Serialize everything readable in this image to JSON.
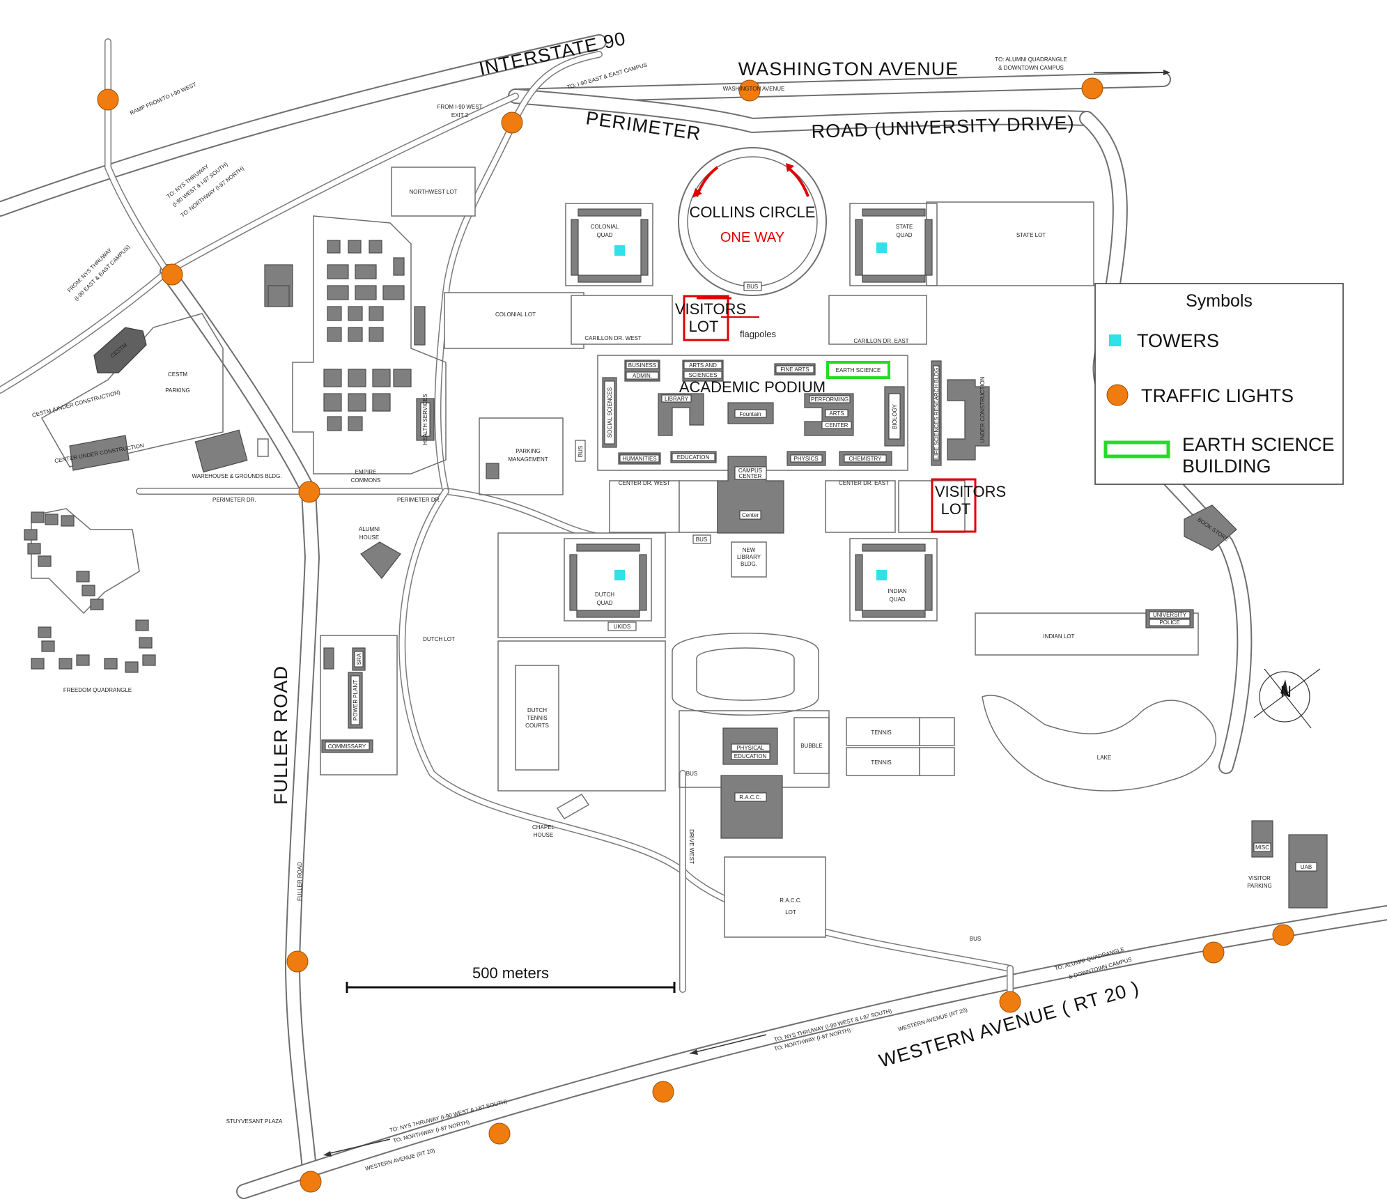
{
  "colors": {
    "traffic_light": "#f07c0f",
    "tower": "#2fe1e8",
    "earth_science": "#22dd22",
    "visitors_lot": "#e00000",
    "one_way_arrow": "#e00000",
    "building": "#7f7f7f",
    "road_edge": "#6f6f6f"
  },
  "roads": {
    "interstate": "INTERSTATE 90",
    "washington": "WASHINGTON AVENUE",
    "washington_small": "WASHINGTON AVENUE",
    "perimeter_a": "PERIMETER",
    "perimeter_b": "ROAD  (UNIVERSITY DRIVE)",
    "fuller": "FULLER ROAD",
    "fuller_small": "FULLER ROAD",
    "western": "WESTERN AVENUE ( RT 20 )",
    "western_small_a": "WESTERN AVENUE (RT 20)",
    "western_small_b": "WESTERN AVENUE (RT 20)",
    "carillon_west": "CARILLON DR. WEST",
    "carillon_east": "CARILLON DR. EAST",
    "center_west": "CENTER DR. WEST",
    "center_east": "CENTER DR. EAST",
    "perimeter_small": "PERIMETER DR.",
    "perimeter_small_b": "PERIMETER DR.",
    "drive_west": "DRIVE WEST"
  },
  "directions": {
    "ramp_i90": "RAMP FROM/TO I-90 WEST",
    "to_i90_east": "TO: I-90 EAST & EAST CAMPUS",
    "from_i90_west_a": "FROM I-90 WEST",
    "from_i90_west_b": "EXIT 2",
    "to_alumni_a": "TO: ALUMNI QUADRANGLE",
    "to_alumni_b": "& DOWNTOWN CAMPUS",
    "to_thruway_nw_a": "TO: NYS THRUWAY",
    "to_thruway_nw_b": "(I-90 WEST & I-87 SOUTH)",
    "to_thruway_nw_c": "TO: NORTHWAY (I-87 NORTH)",
    "from_thruway_a": "FROM: NYS THRUWAY",
    "from_thruway_b": "(I-90 EAST & EAST CAMPUS)",
    "to_thruway_w_a": "TO: NYS THRUWAY (I-90 WEST & I-87 SOUTH)",
    "to_thruway_w_b": "TO: NORTHWAY (I-87 NORTH)",
    "to_thruway_sw_a": "TO: NYS THRUWAY (I-90 WEST & I-87 SOUTH)",
    "to_thruway_sw_b": "TO: NORTHWAY (I-87 NORTH)",
    "to_alumni_se_a": "TO: ALUMNI QUADRANGLE",
    "to_alumni_se_b": "& DOWNTOWN CAMPUS"
  },
  "places": {
    "collins_circle": "COLLINS CIRCLE",
    "one_way": "ONE WAY",
    "academic_podium": "ACADEMIC PODIUM",
    "visitors_lot_1a": "VISITORS",
    "visitors_lot_1b": "LOT",
    "visitors_lot_2a": "VISITORS",
    "visitors_lot_2b": "LOT",
    "flagpoles": "flagpoles",
    "scale": "500 meters",
    "northwest_lot": "NORTHWEST LOT",
    "colonial_lot": "COLONIAL LOT",
    "state_lot": "STATE LOT",
    "dutch_lot": "DUTCH LOT",
    "indian_lot": "INDIAN LOT",
    "racc_lot_a": "R.A.C.C.",
    "racc_lot_b": "LOT",
    "lake": "LAKE",
    "colonial_quad_a": "COLONIAL",
    "colonial_quad_b": "QUAD",
    "state_quad_a": "STATE",
    "state_quad_b": "QUAD",
    "dutch_quad_a": "DUTCH",
    "dutch_quad_b": "QUAD",
    "indian_quad_a": "INDIAN",
    "indian_quad_b": "QUAD",
    "empire_commons_a": "EMPIRE",
    "empire_commons_b": "COMMONS",
    "alumni_house_a": "ALUMNI",
    "alumni_house_b": "HOUSE",
    "parking_mgmt_a": "PARKING",
    "parking_mgmt_b": "MANAGEMENT",
    "freedom_quad": "FREEDOM QUADRANGLE",
    "warehouse": "WAREHOUSE & GROUNDS BLDG.",
    "chapel_house_a": "CHAPEL",
    "chapel_house_b": "HOUSE",
    "dutch_tennis_a": "DUTCH",
    "dutch_tennis_b": "TENNIS",
    "dutch_tennis_c": "COURTS",
    "tennis_1": "TENNIS",
    "tennis_2": "TENNIS",
    "bubble": "BUBBLE",
    "stuyvesant": "STUYVESANT PLAZA",
    "visitor_parking_a": "VISITOR",
    "visitor_parking_b": "PARKING",
    "bus_1": "BUS",
    "bus_2": "BUS",
    "bus_3": "BUS",
    "bus_4": "BUS",
    "bus_5": "BUS"
  },
  "buildings": {
    "business": "BUSINESS",
    "admin": "ADMIN.",
    "arts_sciences_a": "ARTS AND",
    "arts_sciences_b": "SCIENCES",
    "fine_arts": "FINE ARTS",
    "earth_science": "EARTH SCIENCE",
    "library": "LIBRARY",
    "fountain": "Fountain",
    "performing": "PERFORMING",
    "arts": "ARTS",
    "center": "CENTER",
    "biology": "BIOLOGY",
    "social_sciences": "SOCIAL SCIENCES",
    "humanities": "HUMANITIES",
    "education": "EDUCATION",
    "physics": "PHYSICS",
    "chemistry": "CHEMISTRY",
    "campus_center_a": "CAMPUS",
    "campus_center_b": "CENTER",
    "center_small": "Center",
    "new_library_a": "NEW",
    "new_library_b": "LIBRARY",
    "new_library_c": "BLDG.",
    "ukids": "UKIDS",
    "university_police_a": "UNIVERSITY",
    "university_police_b": "POLICE",
    "physical_ed_a": "PHYSICAL",
    "physical_ed_b": "EDUCATION",
    "racc": "R.A.C.C.",
    "cestm": "CESTM",
    "cestm_small": "CESTM",
    "cestm_uc": "CESTM (UNDER CONSTRUCTION)",
    "center_uc": "CENTER UNDER CONSTRUCTION",
    "parking_small": "PARKING",
    "sra": "SRA",
    "power_plant": "POWER PLANT",
    "commissary": "COMMISSARY",
    "health_services": "HEALTH SERVICES",
    "bookstore": "BOOK STORE",
    "life_sciences": "LIFE SCIENCES RESEARCH BLDG.",
    "under_construction": "UNDER CONSTRUCTION",
    "misc": "MISC",
    "uab": "UAB"
  },
  "legend": {
    "title": "Symbols",
    "towers": "TOWERS",
    "traffic_lights": "TRAFFIC LIGHTS",
    "earth_science_a": "EARTH SCIENCE",
    "earth_science_b": "BUILDING"
  },
  "compass": "N"
}
